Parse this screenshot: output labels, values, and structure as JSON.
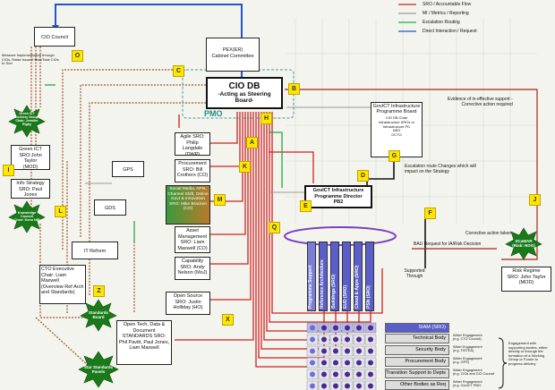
{
  "legend": {
    "items": [
      {
        "label": "SRO / Accountable Flow",
        "color": "#cc2222"
      },
      {
        "label": "MI / Metrics / Reporting",
        "color": "#999999"
      },
      {
        "label": "Escalation Routing",
        "color": "#22aa44"
      },
      {
        "label": "Direct Interaction / Request",
        "color": "#2255cc"
      }
    ]
  },
  "boxes": {
    "cio_council": "CIO Council",
    "pex": "PEX(ER)\nCabinet Committee",
    "cio_db_title": "CIO DB",
    "cio_db_sub": "-Acting as Steering Board-",
    "pmo": "PMO",
    "measure_note": "Measure Implementation through CIOs, Raise Issue if Risk/Task CIOs to Sort",
    "green_ict": "Green ICT\nSRO:John Taylor\n(MOD)",
    "info_strategy": "Info Strategy\nSRO: Paul Jones\n(DH)",
    "agile": "Agile\nSRO: Philip Langdale (DWP)",
    "gps": "GPS",
    "procurement": "Procurement\nSRO: Bill Crothers (CO)",
    "social_media": "Social Media, APIs, Channel Shift, Online Govt & Innovation\nSRO: Mike Bracken (CO)",
    "gds": "GDS",
    "asset_mgmt": "Asset Management\nSRO: Liam Maxwell (CO)",
    "capability": "Capability\nSRO: Andy Nelson (MoJ)",
    "it_reform": "IT Reform",
    "cto_exec": "CTO Executive\nChair: Liam Maxwell\n(Overview Ref Arch and Standards)",
    "open_source": "Open Source\nSRO: Justin Holliday (HO)",
    "open_tech": "Open Tech, Data & Document STANDARDS\nSRO: Phil Pavitt, Paul Jones, Liam Maxwell",
    "govict_board": "GovICT Infrastructure Programme Board",
    "govict_board_sub": "CIO DB Chair\nInfrastructure SROs or Infrastructure PD\nNED\nGCTO",
    "govict_director": "GovICT Infrastructure Programme Director\nPB2",
    "risk_regime": "Risk Regime\nSRO: John Taylor\n(MOD)",
    "evidence_note": "Evidence of in-effective support -\nCorrective action required",
    "escalation_note": "Escalation route Changes which will impact on the Strategy",
    "corrective_taken": "Corrective action taken",
    "bau_request": "BAU Request for IA/Risk Decision",
    "supported_through": "Supported Through",
    "engagement_note": "Engagement with supporting bodies, either directly or through the formation of a Working Group or Forum to progress delivery"
  },
  "stars": {
    "green_ict_star": "Green ICT\nDelivery Group\nChair: Jennifer\nRigby",
    "knowledge_star": "Knowledge\nCouncil\nChair: Kenn NIP",
    "standards_star": "Standards\nBoard",
    "star_standards_star": "Star Standards\nPanels",
    "scamar_star": "SCaMAR\n(Risk: NOG)"
  },
  "letters": [
    "A",
    "B",
    "C",
    "D",
    "E",
    "F",
    "G",
    "H",
    "I",
    "J",
    "K",
    "L",
    "M",
    "O",
    "Q",
    "X",
    "Z"
  ],
  "columns": [
    "Programme Support",
    "Reference Architecture",
    "Buildings (SRO)",
    "EUD (SRO)",
    "Cloud & Apps (SRO)",
    "PSN (SRO)"
  ],
  "rows": [
    {
      "label": "SIAM (SRO)",
      "engagement": ""
    },
    {
      "label": "Technical Body",
      "engagement": "Wider Engagement\n(e.g. CTO Council)"
    },
    {
      "label": "Security Body",
      "engagement": "Wider Engagement\n(e.g. FISTEA)"
    },
    {
      "label": "Procurement Body",
      "engagement": "Wider Engagement\n(e.g. GPS)"
    },
    {
      "label": "Transition Support to Depts",
      "engagement": "Wider Engagement\n(e.g. CIOs and CIO Council"
    },
    {
      "label": "Other Bodies as Req",
      "engagement": "Wider Engagement\n(e.g. GovICT PMO"
    }
  ]
}
